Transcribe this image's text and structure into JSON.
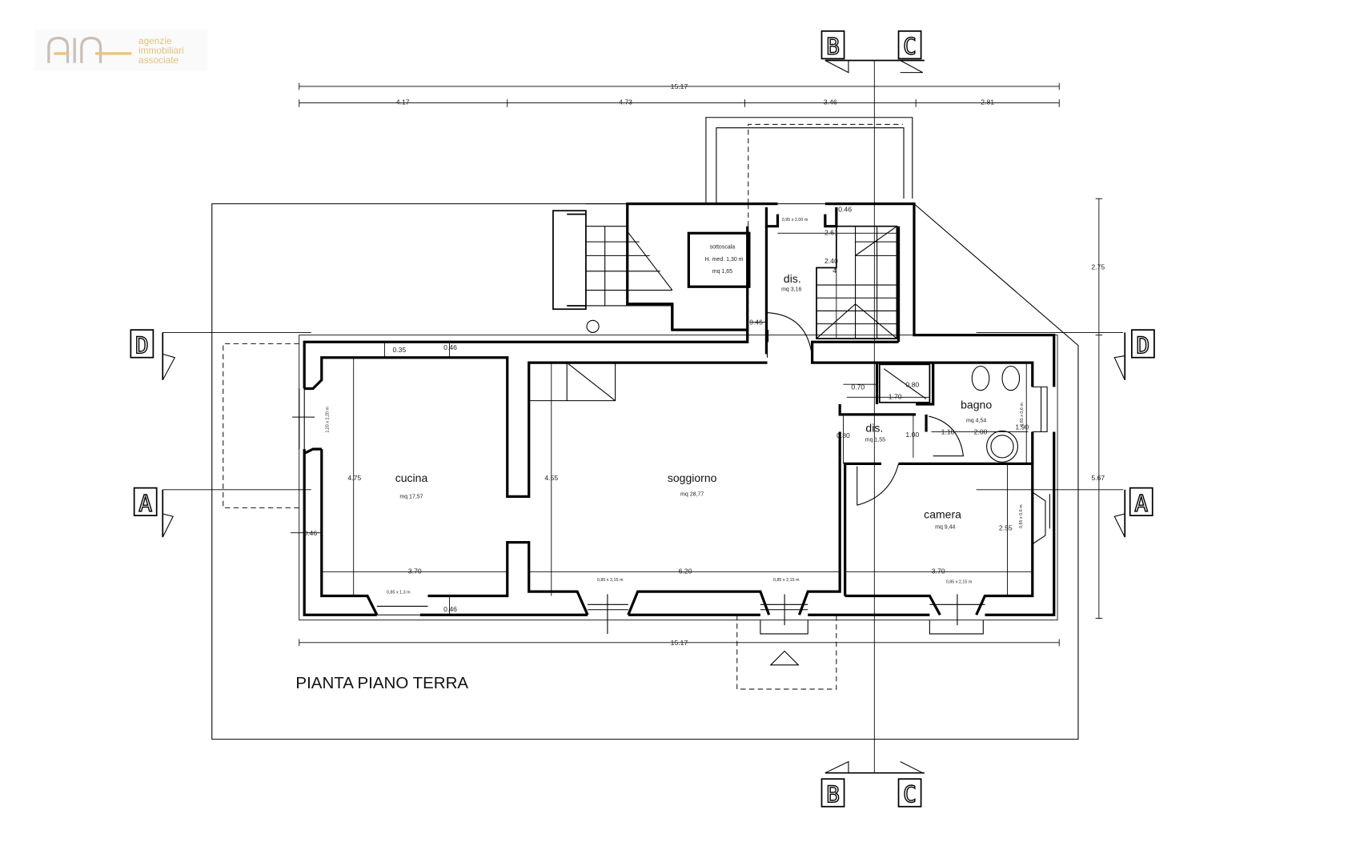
{
  "logo": {
    "line1": "agenzie",
    "line2": "immobiliari",
    "line3": "associate",
    "accent_color": "#f0c36a",
    "mark_color": "#c8c0b8"
  },
  "title": "PIANTA PIANO TERRA",
  "sections": {
    "a": "A",
    "b": "B",
    "c": "C",
    "d": "D"
  },
  "rooms": [
    {
      "name": "cucina",
      "area": "mq 17,57"
    },
    {
      "name": "soggiorno",
      "area": "mq 28,77"
    },
    {
      "name": "dis.",
      "area": "mq 3,16"
    },
    {
      "name": "dis.",
      "area": "mq 1,55"
    },
    {
      "name": "bagno",
      "area": "mq 4,54"
    },
    {
      "name": "camera",
      "area": "mq 9,44"
    }
  ],
  "sottoscala": {
    "name": "sottoscala",
    "height": "H. med. 1,30 m",
    "area": "mq 1,65"
  },
  "dimensions": {
    "top_total": "15.17",
    "top_parts": [
      "4.17",
      "4.73",
      "3.46",
      "2.81"
    ],
    "bottom_total": "15.17",
    "right_upper": "2.75",
    "right_lower": "5.67",
    "wall_035": "0.35",
    "wall_046_top": "0.46",
    "wall_046_bottom": "0.46",
    "wall_046_left": "0.46",
    "wall_046_dis": "0.46",
    "wall_046_stair": "0.46",
    "cucina_h": "4.75",
    "cucina_w": "3.70",
    "soggiorno_h": "4.55",
    "soggiorno_w": "6.20",
    "camera_w": "3.70",
    "camera_h": "2.55",
    "stair_w": "2.61",
    "stair_h": "2.40",
    "stair_n": "4",
    "dis2_h": "0.80",
    "dis2_w": "1.00",
    "d070": "0.70",
    "d170": "1.70",
    "d080": "0.80",
    "d110": "1.10",
    "d200": "2.00",
    "d190": "1.90"
  },
  "windows": {
    "entry_door": "0,95 x 2,00 m",
    "cucina_side": "1,20 x 2,20 m",
    "cucina_bottom": "0,85 x 1,3 m",
    "soggiorno_1": "0,85 x 2,15 m",
    "soggiorno_2": "0,85 x 2,15 m",
    "camera_bottom": "0,85 x 2,15 m",
    "bagno_side": "0,85 x 0,6 m",
    "camera_side": "0,85 x 0,6 m"
  }
}
